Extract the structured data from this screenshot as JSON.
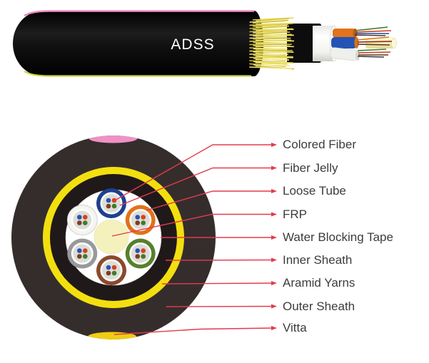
{
  "title": "ADSS",
  "labels": [
    {
      "text": "Colored Fiber"
    },
    {
      "text": "Fiber Jelly"
    },
    {
      "text": "Loose Tube"
    },
    {
      "text": "FRP"
    },
    {
      "text": "Water Blocking Tape"
    },
    {
      "text": "Inner Sheath"
    },
    {
      "text": "Aramid Yarns"
    },
    {
      "text": "Outer Sheath"
    },
    {
      "text": "Vitta"
    }
  ],
  "colors": {
    "leader_line": "#e23b4e",
    "label_text": "#3c3c3c",
    "title_text": "#ffffff",
    "cable_jacket": "#0b0b0b",
    "outer_sheath": "#352d2c",
    "aramid_yarns": "#f3df10",
    "inner_sheath": "#201919",
    "water_blocking_tape": "#ffffff",
    "frp": "#f5f1bd",
    "vitta_top_pink": "#ef91c5",
    "vitta_bottom_yellow": "#f0cd12",
    "jacket_stripe_top": "#f08cc0",
    "jacket_stripe_bottom": "#ccd438",
    "fringe_yellow": "#e6d84e"
  },
  "cross_section": {
    "tubes": [
      {
        "name": "loose-tube-blue",
        "color": "#1d418f"
      },
      {
        "name": "loose-tube-orange",
        "color": "#e2721a"
      },
      {
        "name": "loose-tube-green",
        "color": "#56802c"
      },
      {
        "name": "loose-tube-brown",
        "color": "#8a4a2c"
      },
      {
        "name": "loose-tube-gray",
        "color": "#97999b"
      },
      {
        "name": "loose-tube-white",
        "color": "#f4f4f0"
      }
    ],
    "fiber_colors": [
      "#2a52b0",
      "#d2431e",
      "#7d3f1e",
      "#3e7d26"
    ],
    "jelly_color": "#dcdcd8"
  }
}
